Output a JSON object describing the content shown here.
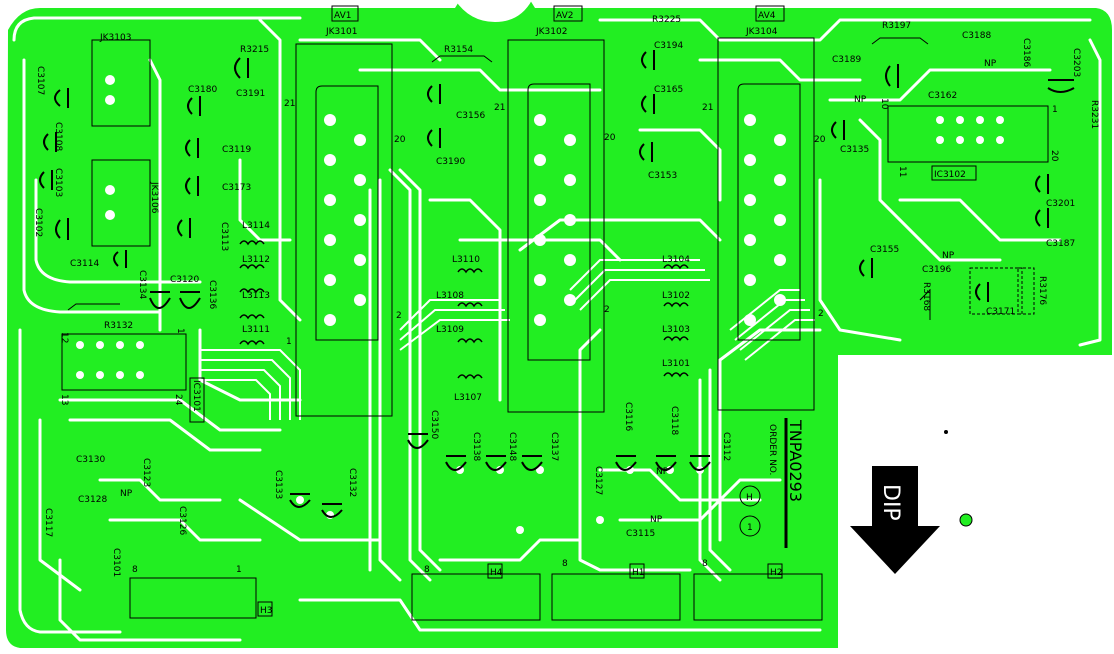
{
  "board": {
    "copper_color": "#22ee22",
    "trace_color": "#ffffff",
    "ink_color": "#000000",
    "blank_color": "#ffffff"
  },
  "connectors": {
    "av1": "AV1",
    "av2": "AV2",
    "av4": "AV4",
    "jk3101": "JK3101",
    "jk3102": "JK3102",
    "jk3104": "JK3104",
    "jk3103": "JK3103",
    "jk3106": "JK3106"
  },
  "jack_pins": {
    "p21a": "21",
    "p20a": "20",
    "p2a": "2",
    "p1a": "1",
    "p21b": "21",
    "p20b": "20",
    "p2b": "2",
    "p21c": "21",
    "p20c": "20",
    "p2c": "2"
  },
  "ics": {
    "ic3101": "IC3101",
    "ic3102": "IC3102",
    "ic3101_p12": "12",
    "ic3101_p1": "1",
    "ic3101_p13": "13",
    "ic3101_p24": "24",
    "ic3102_p10": "10",
    "ic3102_p1": "1",
    "ic3102_p20": "20",
    "ic3102_p11": "11"
  },
  "parts": {
    "r3215": "R3215",
    "c3191": "C3191",
    "r3154": "R3154",
    "r3225": "R3225",
    "c3194": "C3194",
    "r3197": "R3197",
    "c3188": "C3188",
    "c3189": "C3189",
    "c3186": "C3186",
    "c3203": "C3203",
    "r3231": "R3231",
    "c3107": "C3107",
    "c3108": "C3108",
    "c3103": "C3103",
    "c3102": "C3102",
    "c3180": "C3180",
    "c3119": "C3119",
    "c3173": "C3173",
    "c3113": "C3113",
    "c3156": "C3156",
    "c3190": "C3190",
    "c3165": "C3165",
    "c3153": "C3153",
    "c3162": "C3162",
    "c3135": "C3135",
    "c3201": "C3201",
    "c3187": "C3187",
    "c3155": "C3155",
    "c3196": "C3196",
    "r3168": "R3168",
    "c3171": "C3171",
    "r3176": "R3176",
    "c3114": "C3114",
    "c3134": "C3134",
    "c3120": "C3120",
    "c3136": "C3136",
    "r3132": "R3132",
    "c3130": "C3130",
    "c3123": "C3123",
    "c3128": "C3128",
    "c3126": "C3126",
    "c3117": "C3117",
    "c3101": "C3101",
    "c3133": "C3133",
    "c3132": "C3132",
    "c3150": "C3150",
    "c3138": "C3138",
    "c3148": "C3148",
    "c3137": "C3137",
    "c3127": "C3127",
    "c3116": "C3116",
    "c3118": "C3118",
    "c3112": "C3112",
    "c3115": "C3115",
    "np": "NP"
  },
  "inductors": {
    "l3114": "L3114",
    "l3112": "L3112",
    "l3113": "L3113",
    "l3111": "L3111",
    "l3110": "L3110",
    "l3108": "L3108",
    "l3109": "L3109",
    "l3107": "L3107",
    "l3104": "L3104",
    "l3102": "L3102",
    "l3103": "L3103",
    "l3101": "L3101"
  },
  "headers": {
    "h3": "H3",
    "h4": "H4",
    "h1": "H1",
    "h2": "H2",
    "pin8": "8",
    "pin1": "1"
  },
  "legend": {
    "board_code": "TNPA0293",
    "order_no": "ORDER NO.",
    "mark_h": "H",
    "mark_1": "1",
    "dip": "DIP"
  }
}
